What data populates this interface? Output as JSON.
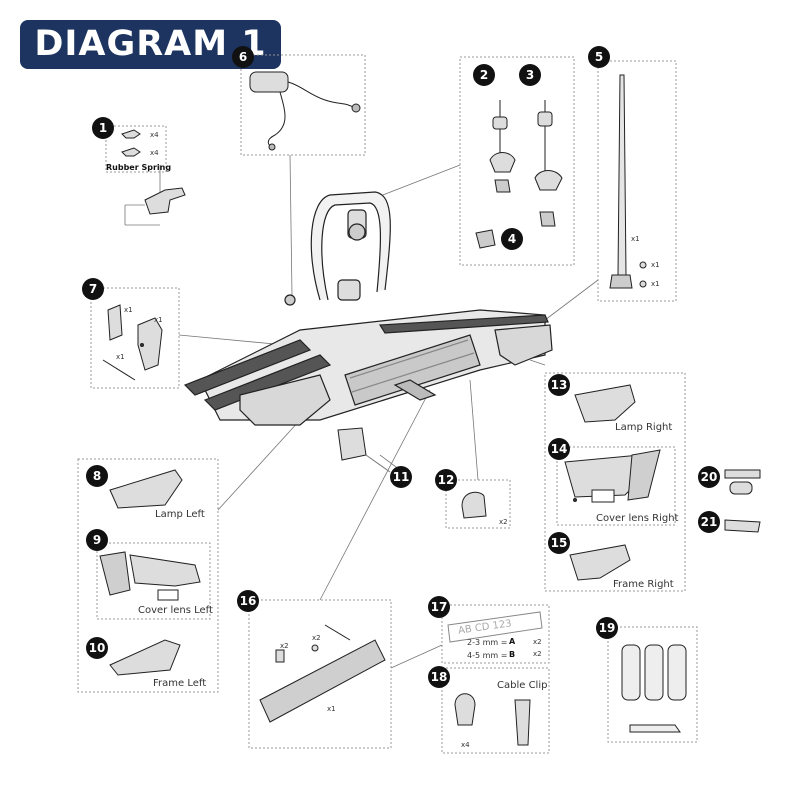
{
  "title": "DIAGRAM 1",
  "colors": {
    "badge": "#1d3461",
    "callout": "#111111",
    "line": "#333333"
  },
  "parts": [
    {
      "num": "1",
      "label": "Rubber Spring",
      "qty": [
        "x4",
        "x4"
      ]
    },
    {
      "num": "2"
    },
    {
      "num": "3"
    },
    {
      "num": "4"
    },
    {
      "num": "5",
      "qty": [
        "x1",
        "x1",
        "x1"
      ]
    },
    {
      "num": "6"
    },
    {
      "num": "7",
      "qty": [
        "x1",
        "x1",
        "x1"
      ]
    },
    {
      "num": "8",
      "label": "Lamp Left"
    },
    {
      "num": "9",
      "label": "Cover lens Left"
    },
    {
      "num": "10",
      "label": "Frame Left"
    },
    {
      "num": "11"
    },
    {
      "num": "12",
      "qty": [
        "x2"
      ]
    },
    {
      "num": "13",
      "label": "Lamp Right"
    },
    {
      "num": "14",
      "label": "Cover lens Right"
    },
    {
      "num": "15",
      "label": "Frame Right"
    },
    {
      "num": "16",
      "qty": [
        "x2",
        "x2",
        "x1"
      ]
    },
    {
      "num": "17",
      "plate": "AB CD 123",
      "sizes": [
        "2-3 mm =",
        "4-5 mm ="
      ],
      "letters": [
        "A",
        "B"
      ],
      "qty": [
        "x2",
        "x2"
      ]
    },
    {
      "num": "18",
      "label": "Cable Clip",
      "qty": [
        "x4"
      ]
    },
    {
      "num": "19"
    },
    {
      "num": "20"
    },
    {
      "num": "21"
    }
  ]
}
